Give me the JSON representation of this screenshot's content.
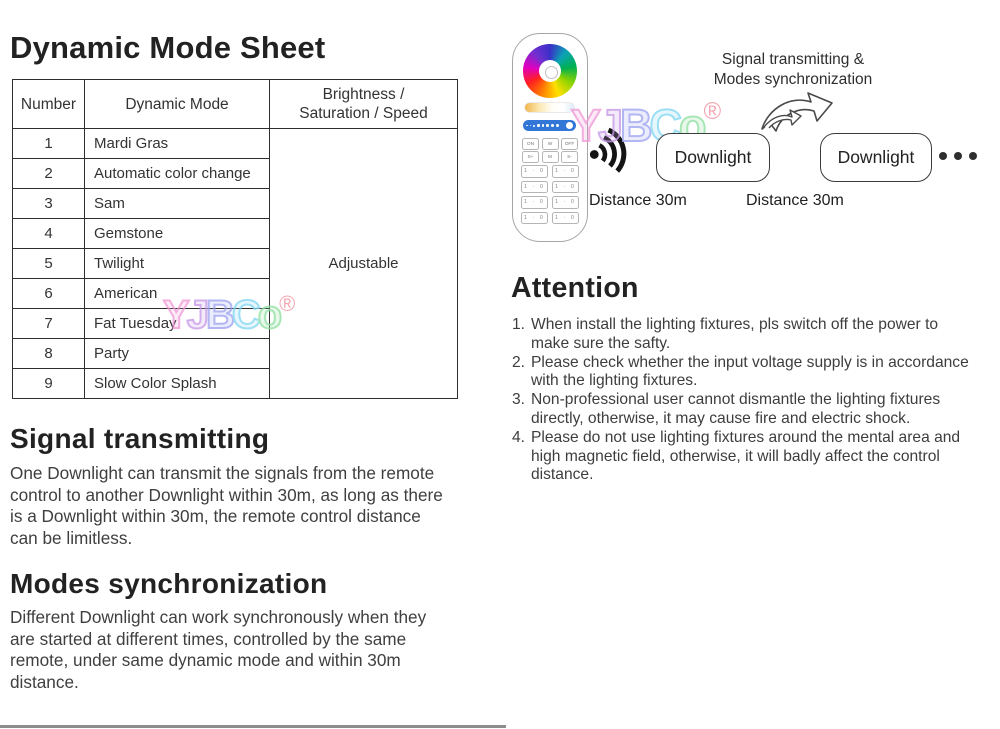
{
  "left": {
    "title": "Dynamic Mode Sheet",
    "table": {
      "headers": [
        "Number",
        "Dynamic Mode",
        "Brightness /\nSaturation / Speed"
      ],
      "rows": [
        [
          "1",
          "Mardi Gras"
        ],
        [
          "2",
          "Automatic color change"
        ],
        [
          "3",
          "Sam"
        ],
        [
          "4",
          "Gemstone"
        ],
        [
          "5",
          "Twilight"
        ],
        [
          "6",
          "American"
        ],
        [
          "7",
          "Fat Tuesday"
        ],
        [
          "8",
          "Party"
        ],
        [
          "9",
          "Slow Color Splash"
        ]
      ],
      "merged_value": "Adjustable"
    },
    "signal_transmitting": {
      "heading": "Signal transmitting",
      "body": "One Downlight can transmit the signals from the remote\ncontrol to another Downlight within 30m, as long as there\nis a Downlight within 30m, the remote control distance\ncan be limitless."
    },
    "modes_synchronization": {
      "heading": "Modes synchronization",
      "body": "Different Downlight can work synchronously when they\nare started at different times, controlled by the same\nremote, under same dynamic mode and within 30m\ndistance."
    }
  },
  "diagram": {
    "caption": "Signal transmitting &\nModes synchronization",
    "downlight_left": "Downlight",
    "downlight_right": "Downlight",
    "distance_left": "Distance 30m",
    "distance_right": "Distance 30m"
  },
  "remote": {
    "row1": [
      "ON",
      "W",
      "OFF"
    ],
    "row2": [
      "S+",
      "M",
      "S-"
    ],
    "zone_label": "1 · 0",
    "zone_count": 8
  },
  "attention": {
    "heading": "Attention",
    "items": [
      {
        "num": "1.",
        "text": "When install the lighting fixtures, pls switch off the power to\nmake sure the safty."
      },
      {
        "num": "2.",
        "text": "Please check whether the input voltage supply is in accordance\nwith the lighting fixtures."
      },
      {
        "num": "3.",
        "text": "Non-professional user cannot dismantle the lighting fixtures\ndirectly, otherwise, it may cause fire and electric shock."
      },
      {
        "num": "4.",
        "text": "Please do not use lighting fixtures around the mental area and\nhigh magnetic field, otherwise, it will badly affect the control\ndistance."
      }
    ]
  },
  "watermark": {
    "letters": [
      {
        "ch": "Y",
        "color": "#ef9ad8"
      },
      {
        "ch": "J",
        "color": "#c79ae8"
      },
      {
        "ch": "B",
        "color": "#a0a4f0"
      },
      {
        "ch": "C",
        "color": "#84d6f2"
      },
      {
        "ch": "o",
        "color": "#93e0a4"
      }
    ],
    "registered": "®",
    "registered_color": "#f2919e"
  },
  "colors": {
    "ink": "#222222",
    "body_text": "#3f3f3f",
    "table_border": "#2e2e2e",
    "remote_blue": "#3277d8",
    "divider_gray": "#8d8d8d"
  }
}
